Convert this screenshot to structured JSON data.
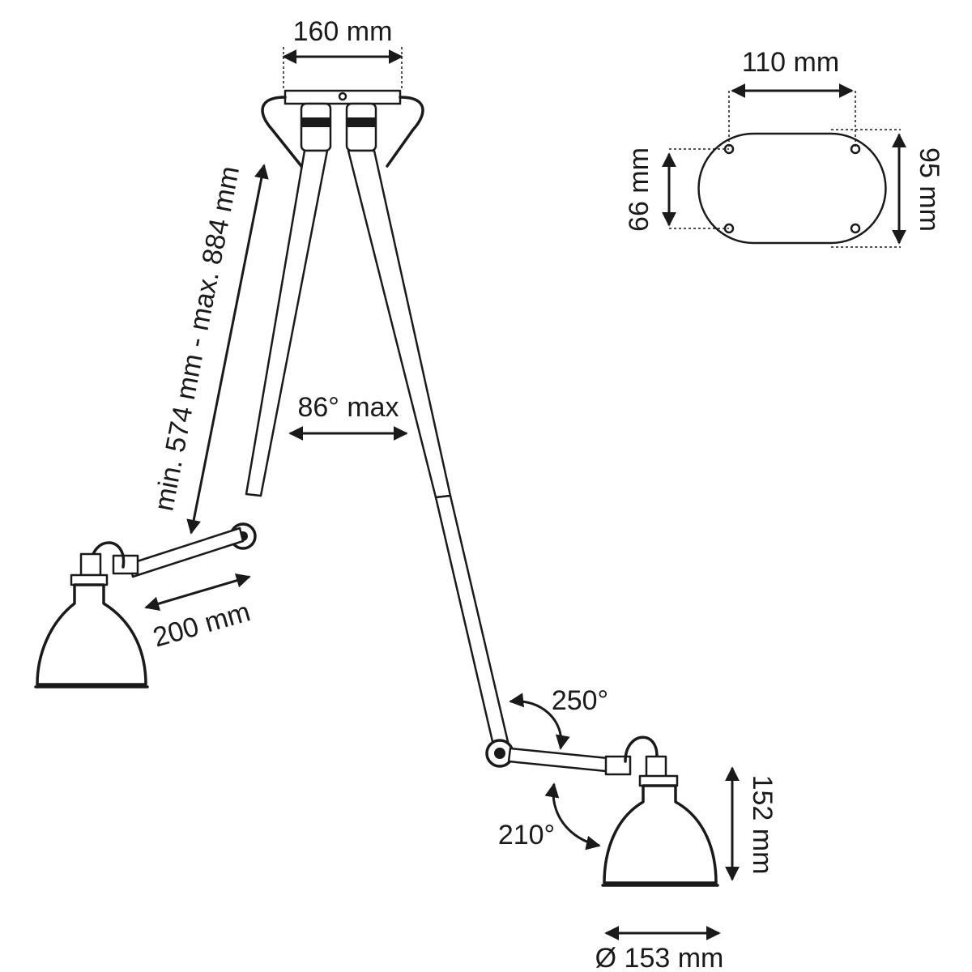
{
  "labels": {
    "canopy_width": "160 mm",
    "plate_width": "110  mm",
    "plate_height_inner": "66 mm",
    "plate_height_outer": "95 mm",
    "arm_length": "min. 574 mm - max. 884 mm",
    "arm_angle": "86° max",
    "short_arm": "200 mm",
    "rotation_upper": "250°",
    "rotation_lower": "210°",
    "shade_height": "152 mm",
    "shade_diameter": "Ø 153 mm"
  }
}
